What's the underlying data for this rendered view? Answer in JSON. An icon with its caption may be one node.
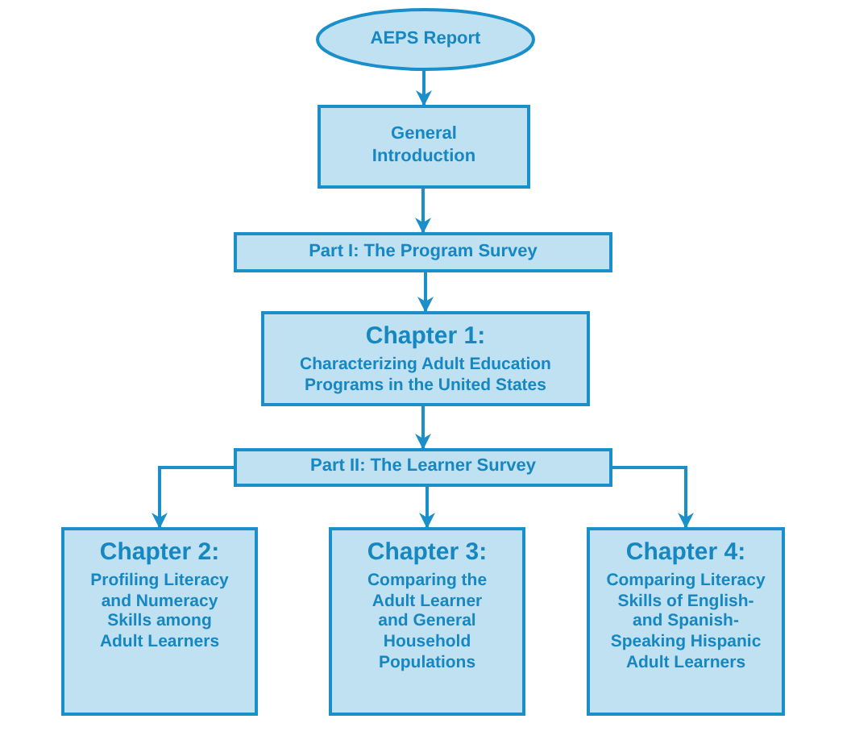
{
  "diagram": {
    "nodes": [
      {
        "text": [
          "AEPS Report"
        ]
      },
      {
        "text": [
          "General Introduction"
        ]
      },
      {
        "text": [
          "Part I: The Program Survey"
        ]
      },
      {
        "text": [
          "Chapter 1:",
          "Characterizing Adult Education Programs in the United States"
        ]
      },
      {
        "text": [
          "Part II: The Learner Survey"
        ]
      },
      {
        "text": [
          "Chapter 2:",
          "Profiling Literacy and Numeracy Skills among Adult Learners"
        ]
      },
      {
        "text": [
          "Chapter 3:",
          "Comparing the Adult Learner and General Household Populations"
        ]
      },
      {
        "text": [
          "Chapter 4:",
          "Comparing Literacy Skills of English- and Spanish-Speaking Hispanic Adult Learners"
        ]
      }
    ],
    "edges": [
      {
        "from": 0,
        "to": 1,
        "arrow": "to"
      },
      {
        "from": 1,
        "to": 2,
        "arrow": "to"
      },
      {
        "from": 2,
        "to": 3,
        "arrow": "to"
      },
      {
        "from": 3,
        "to": 4,
        "arrow": "to"
      },
      {
        "from": 4,
        "to": 5,
        "arrow": "to"
      },
      {
        "from": 4,
        "to": 6,
        "arrow": "to"
      },
      {
        "from": 4,
        "to": 7,
        "arrow": "to"
      }
    ]
  }
}
